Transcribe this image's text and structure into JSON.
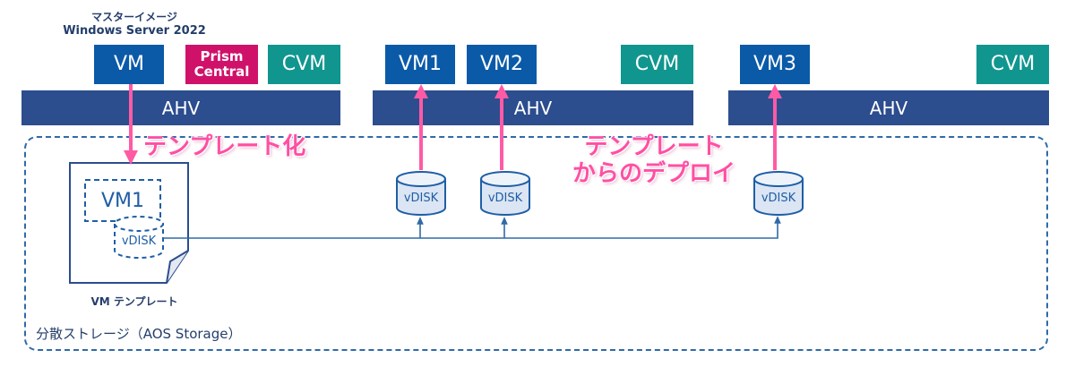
{
  "master": {
    "caption_line1": "マスターイメージ",
    "caption_line2": "Windows Server 2022"
  },
  "hosts": [
    {
      "hypervisor": "AHV",
      "boxes": [
        {
          "label": "VM"
        },
        {
          "label_line1": "Prism",
          "label_line2": "Central"
        },
        {
          "label": "CVM"
        }
      ]
    },
    {
      "hypervisor": "AHV",
      "boxes": [
        {
          "label": "VM1"
        },
        {
          "label": "VM2"
        },
        {
          "label": "CVM"
        }
      ]
    },
    {
      "hypervisor": "AHV",
      "boxes": [
        {
          "label": "VM3"
        },
        {
          "label": "CVM"
        }
      ]
    }
  ],
  "template": {
    "vm_label": "VM1",
    "disk_label": "vDISK",
    "caption": "VM テンプレート"
  },
  "deployed_disks": [
    {
      "label": "vDISK"
    },
    {
      "label": "vDISK"
    },
    {
      "label": "vDISK"
    }
  ],
  "annotations": {
    "templatize": "テンプレート化",
    "deploy_line1": "テンプレート",
    "deploy_line2": "からのデプロイ"
  },
  "storage": {
    "label": "分散ストレージ（AOS Storage）"
  },
  "colors": {
    "vm": "#0a5aa8",
    "cvm": "#10968f",
    "prism": "#d0116a",
    "ahv": "#2c4d8e",
    "arrow": "#ff5aa5",
    "storage_border": "#2f6aa8"
  }
}
